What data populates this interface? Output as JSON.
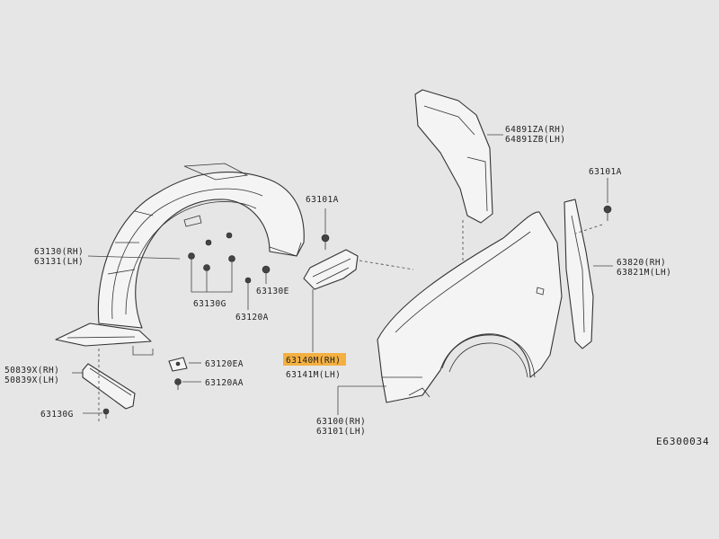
{
  "labels": {
    "p63130": "63130(RH)",
    "p63131": "63131(LH)",
    "p50839x": "50839X(RH)",
    "p50839x_lh": "50839X(LH)",
    "p63130g_bot": "63130G",
    "p63130g": "63130G",
    "p63130e": "63130E",
    "p63120a": "63120A",
    "p63120ea": "63120EA",
    "p63120aa": "63120AA",
    "p63101a_mid": "63101A",
    "p63140m": "63140M(RH)",
    "p63141m": "63141M(LH)",
    "p63100": "63100(RH)",
    "p63101": "63101(LH)",
    "p64891za": "64891ZA(RH)",
    "p64891zb": "64891ZB(LH)",
    "p63101a_right": "63101A",
    "p63820": "63820(RH)",
    "p63821m": "63821M(LH)",
    "diagram_code": "E6300034"
  },
  "highlight_color": "#f5a623",
  "background_color": "#e6e6e6"
}
